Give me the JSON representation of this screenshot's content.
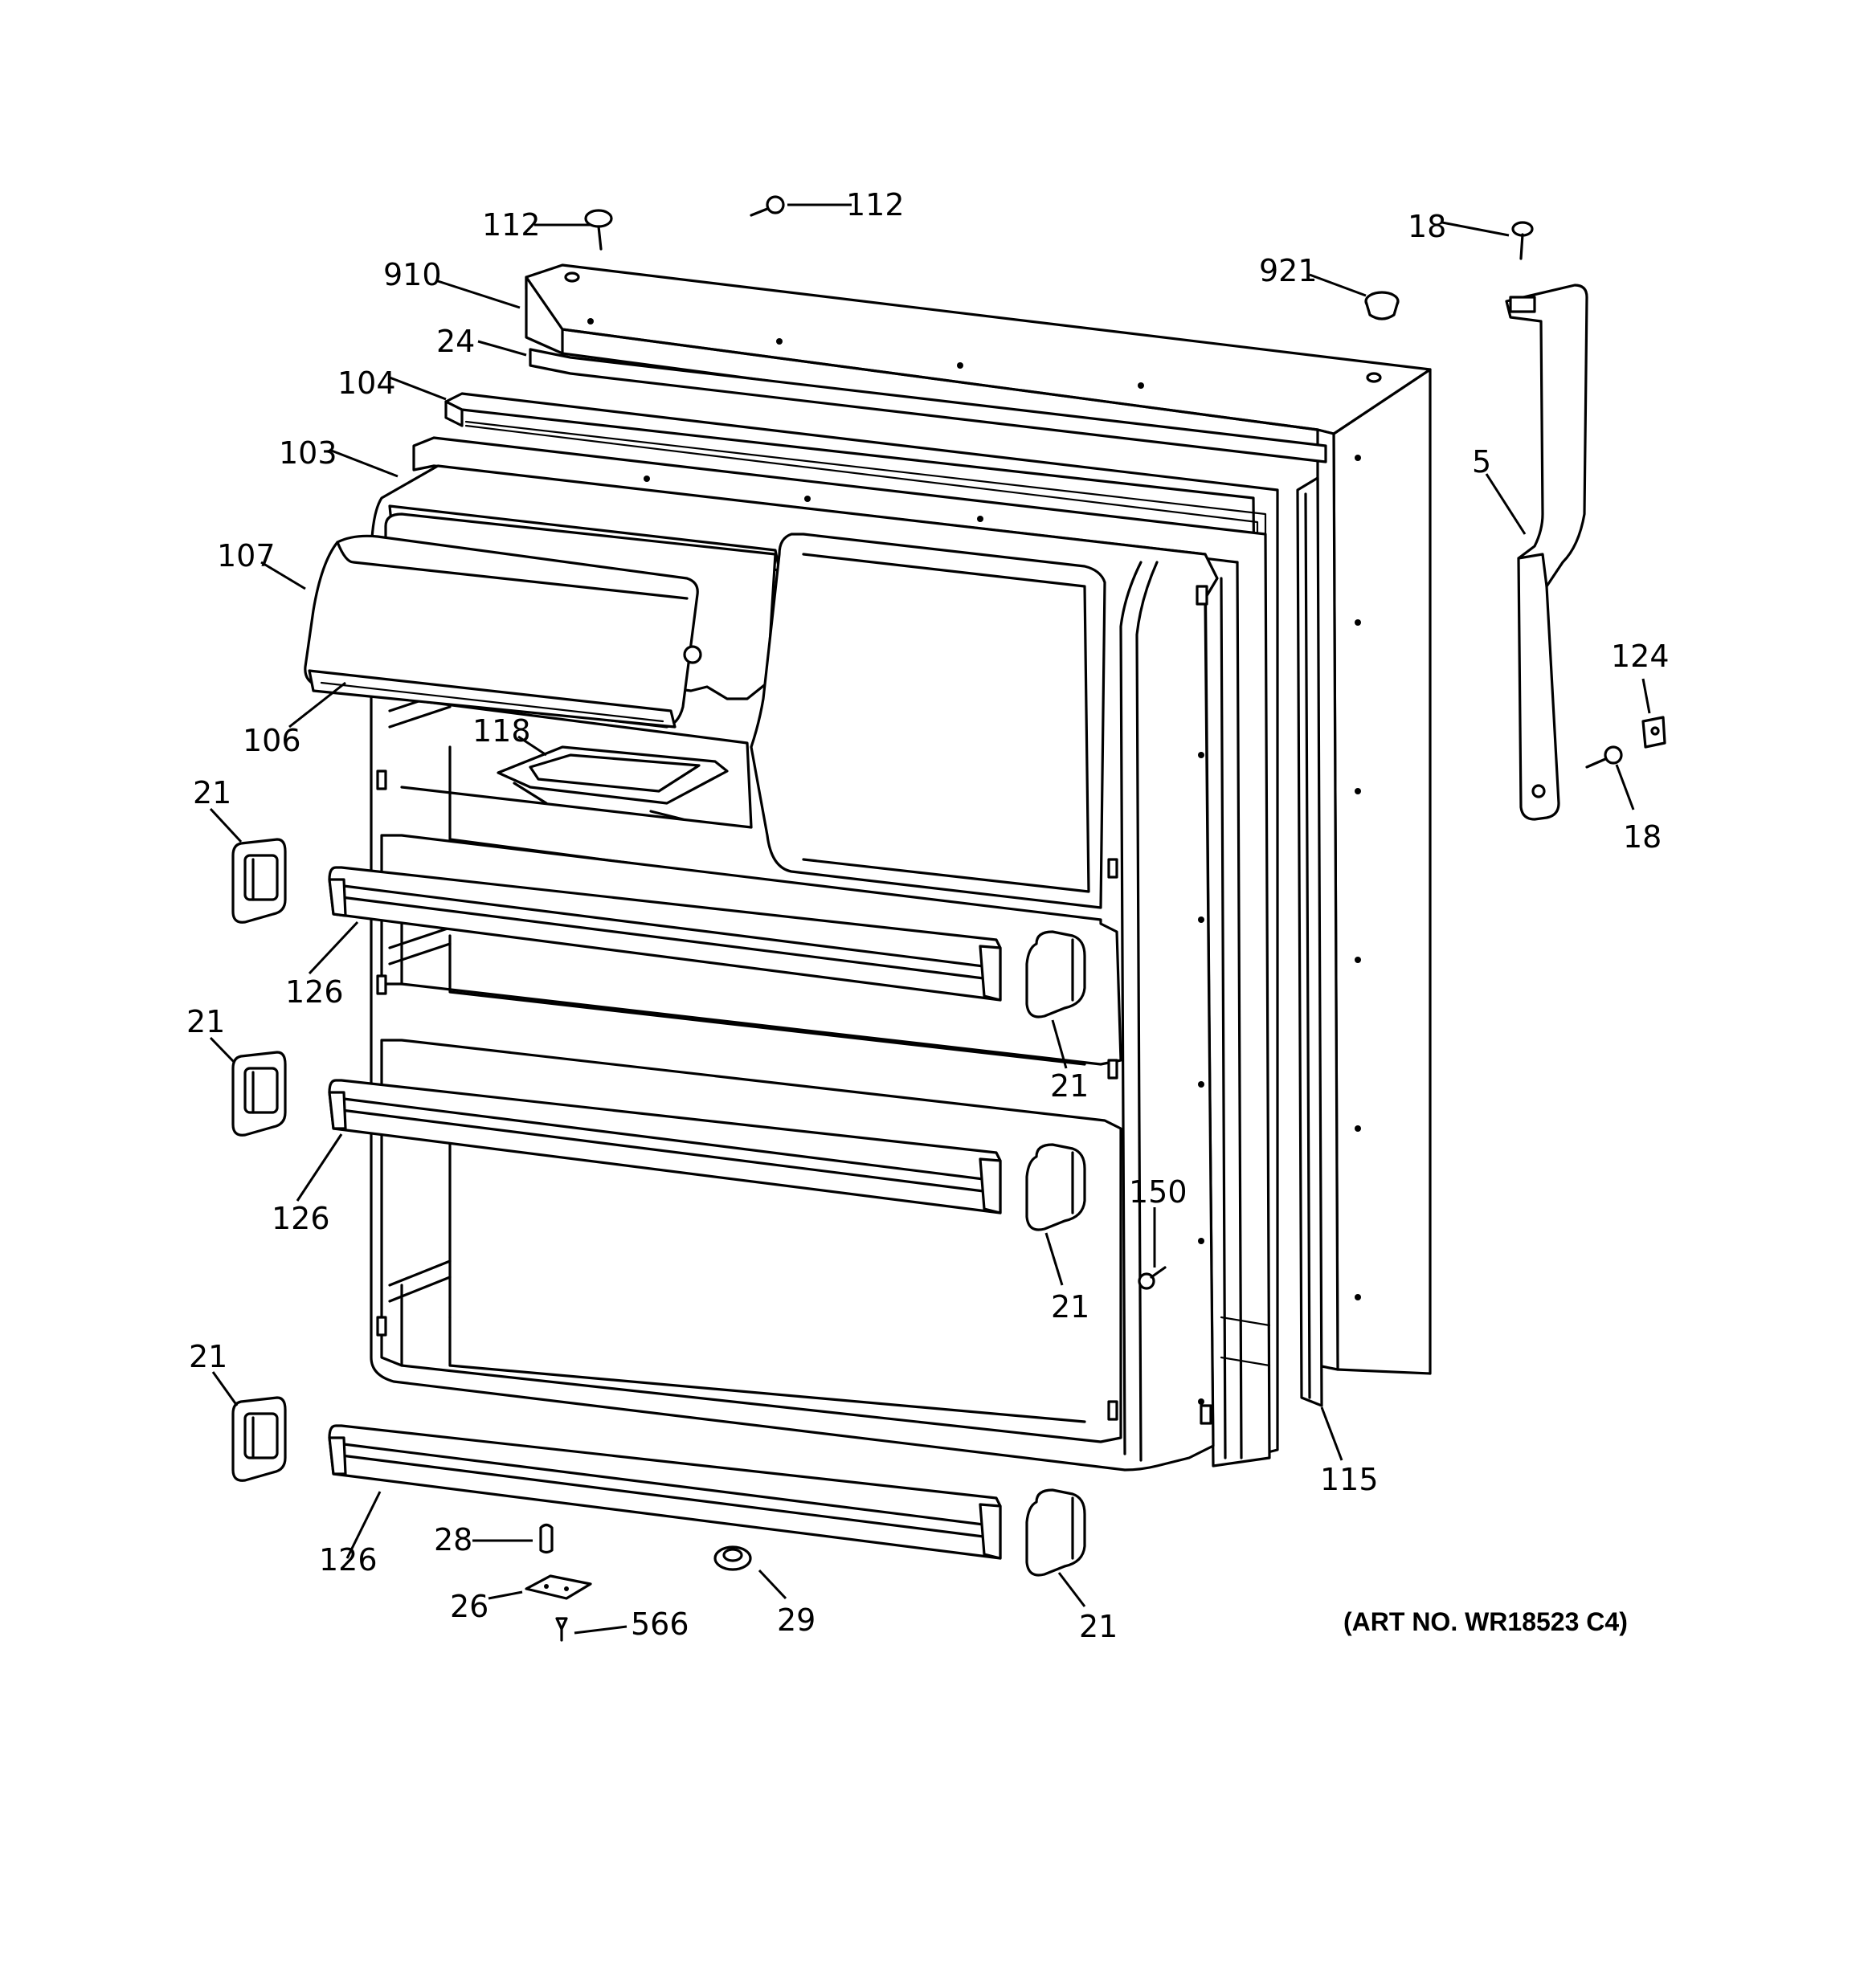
{
  "diagram": {
    "callouts": {
      "c112a": "112",
      "c112b": "112",
      "c18a": "18",
      "c910": "910",
      "c921": "921",
      "c24": "24",
      "c104": "104",
      "c103": "103",
      "c5": "5",
      "c107": "107",
      "c124": "124",
      "c18b": "18",
      "c106": "106",
      "c118": "118",
      "c21a": "21",
      "c126a": "126",
      "c21b": "21",
      "c21c": "21",
      "c126b": "126",
      "c150": "150",
      "c21d": "21",
      "c21e": "21",
      "c115": "115",
      "c28": "28",
      "c126c": "126",
      "c26": "26",
      "c29": "29",
      "c566": "566",
      "c21f": "21"
    },
    "art_number": "(ART NO. WR18523 C4)"
  }
}
